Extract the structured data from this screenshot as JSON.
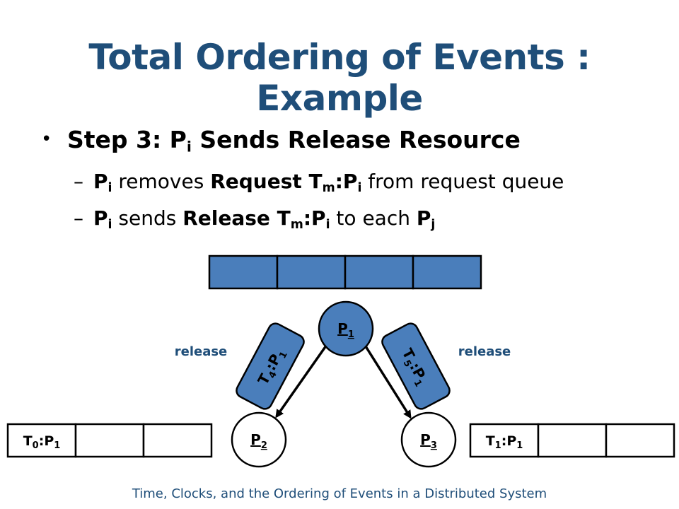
{
  "title": "Total Ordering of Events : Example",
  "bullet": {
    "prefix": "Step 3:  P",
    "sub_i": "i",
    "suffix": " Sends Release Resource"
  },
  "sub1": {
    "p": "P",
    "i": "i",
    "t1": " removes ",
    "req": "Request T",
    "m": "m",
    "colon": ":P",
    "i2": "i",
    "t2": " from request queue"
  },
  "sub2": {
    "p": "P",
    "i": "i",
    "t1": " sends ",
    "rel": "Release T",
    "m": "m",
    "colon": ":P",
    "i2": "i",
    "t2": " to each ",
    "pj": "P",
    "j": "j"
  },
  "diagram": {
    "nodes": {
      "p1": {
        "base": "P",
        "sub": "1"
      },
      "p2": {
        "base": "P",
        "sub": "2"
      },
      "p3": {
        "base": "P",
        "sub": "3"
      }
    },
    "left_label": "release",
    "right_label": "release",
    "msg_left": {
      "t": "T",
      "t_sub": "4",
      "p": ":P",
      "p_sub": "1"
    },
    "msg_right": {
      "t": "T",
      "t_sub": "5",
      "p": ":P",
      "p_sub": "1"
    },
    "queue_left_first": {
      "t": "T",
      "t_sub": "0",
      "p": ":P",
      "p_sub": "1"
    },
    "queue_right_first": {
      "t": "T",
      "t_sub": "1",
      "p": ":P",
      "p_sub": "1"
    }
  },
  "footer": "Time, Clocks, and the Ordering of Events in a Distributed System",
  "colors": {
    "title": "#1f4e79",
    "box_fill": "#4a7ebb",
    "stroke": "#000000"
  }
}
